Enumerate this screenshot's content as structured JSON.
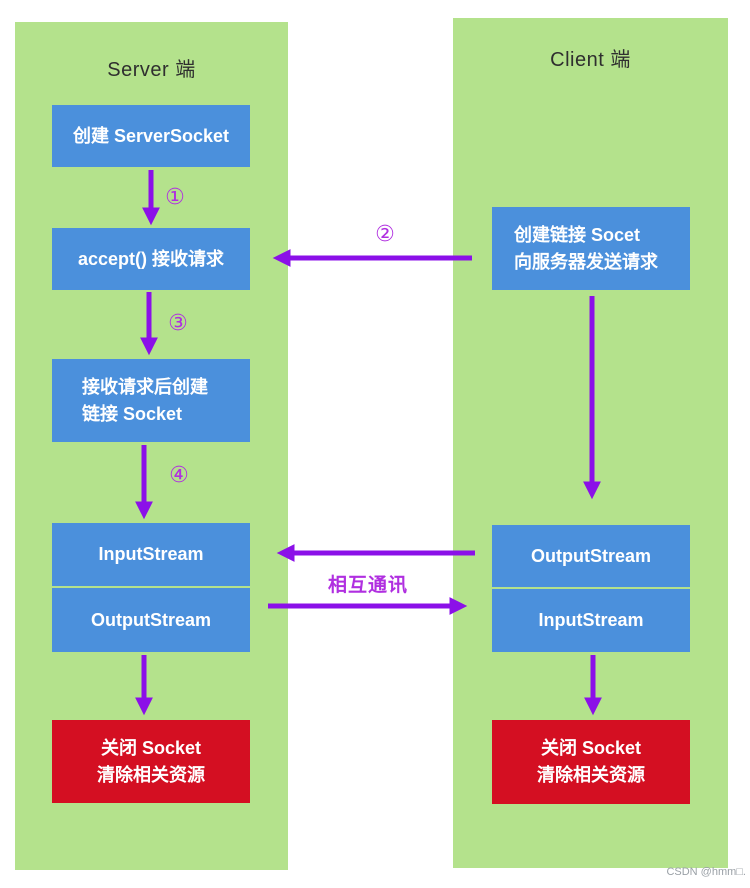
{
  "colors": {
    "green": "#b4e28c",
    "blue": "#4b90dc",
    "red": "#d40f22",
    "arrow": "#8b10e8",
    "label": "#b02fe0",
    "title_text": "#2f2f2f",
    "watermark": "#9aa0a6"
  },
  "server": {
    "title": "Server 端",
    "create": "创建 ServerSocket",
    "accept": "accept() 接收请求",
    "socket_line1": "接收请求后创建",
    "socket_line2": "链接 Socket",
    "input": "InputStream",
    "output": "OutputStream",
    "close_line1": "关闭 Socket",
    "close_line2": "清除相关资源"
  },
  "client": {
    "title": "Client 端",
    "create_line1": "创建链接 Socet",
    "create_line2": "向服务器发送请求",
    "output": "OutputStream",
    "input": "InputStream",
    "close_line1": "关闭 Socket",
    "close_line2": "清除相关资源"
  },
  "steps": {
    "s1": "①",
    "s2": "②",
    "s3": "③",
    "s4": "④"
  },
  "comm_label": "相互通讯",
  "watermark": "CSDN @hmm□."
}
